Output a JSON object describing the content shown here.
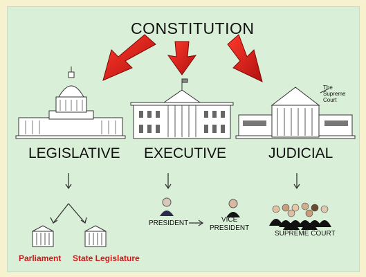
{
  "title": "CONSTITUTION",
  "branches": {
    "legislative": "LEGISLATIVE",
    "executive": "EXECUTIVE",
    "judicial": "JUDICIAL"
  },
  "building_label": [
    "The",
    "Supreme",
    "Court"
  ],
  "executive_people": {
    "president": "PRESIDENT",
    "vice_president": [
      "VICE",
      "PRESIDENT"
    ]
  },
  "judicial_people": "SUPREME COURT",
  "legislature": {
    "parliament": "Parliament",
    "state": "State Legislature"
  },
  "colors": {
    "background": "#d9efd7",
    "frame": "#f7f1cf",
    "arrow_red": "#e02020",
    "label_red": "#d01818"
  }
}
